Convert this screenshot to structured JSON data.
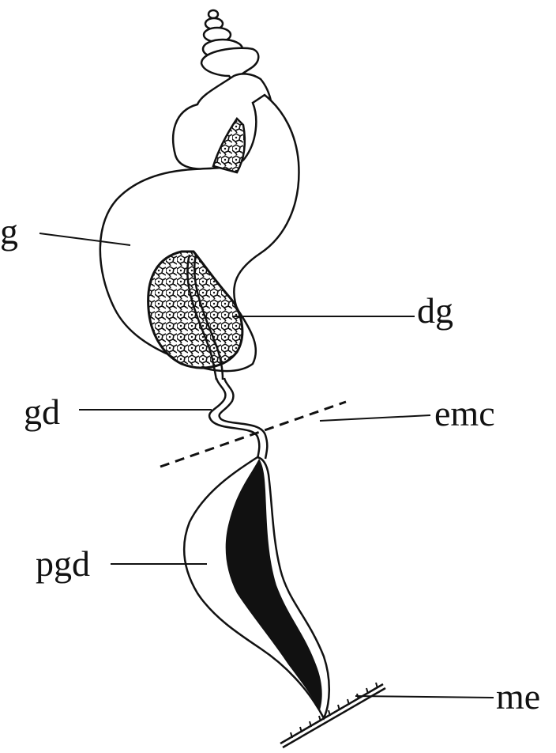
{
  "figure": {
    "labels": {
      "g": "g",
      "dg": "dg",
      "gd": "gd",
      "emc": "emc",
      "pgd": "pgd",
      "me": "me"
    }
  }
}
